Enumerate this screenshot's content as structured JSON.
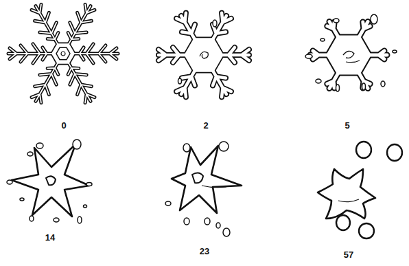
{
  "diagram": {
    "labels": [
      "0",
      "2",
      "5",
      "14",
      "23",
      "57"
    ]
  }
}
